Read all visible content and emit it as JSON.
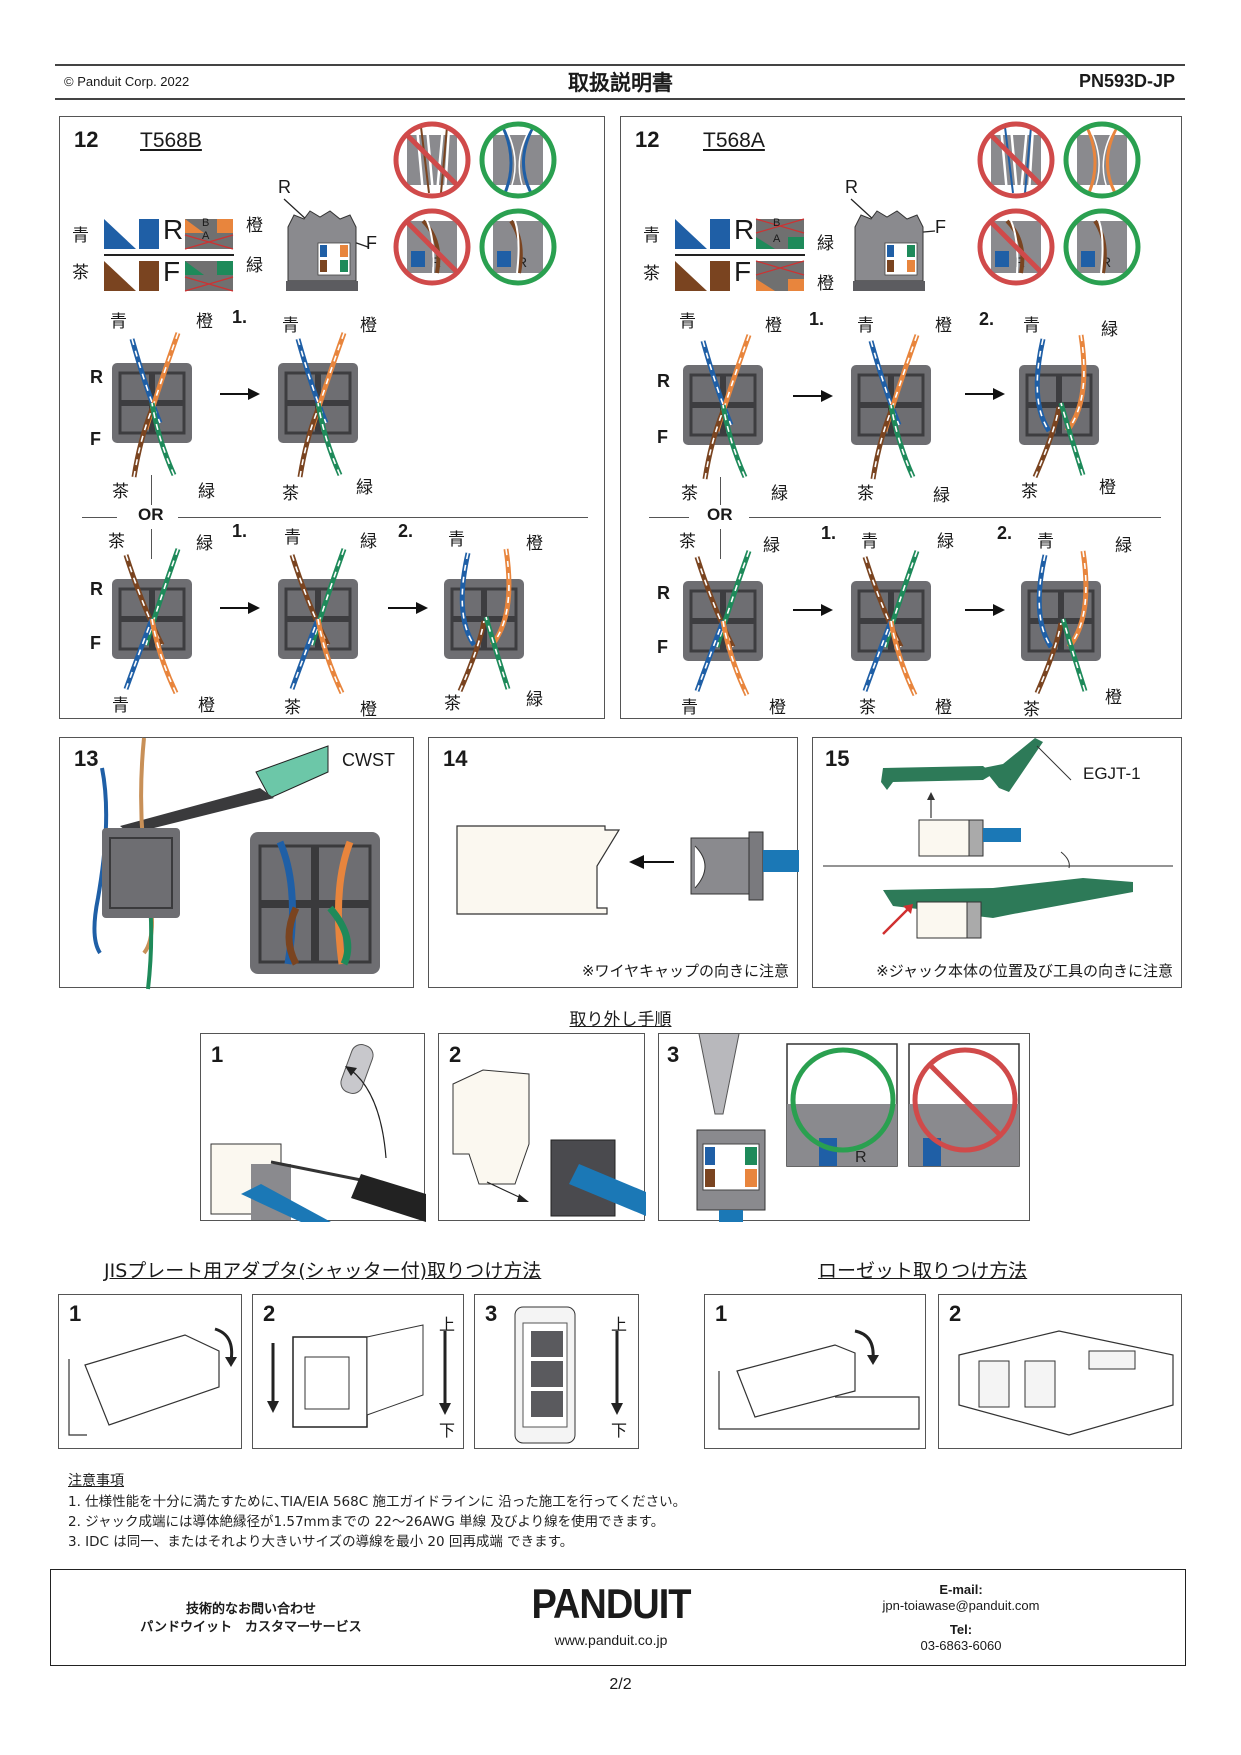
{
  "header": {
    "copyright": "© Panduit Corp. 2022",
    "title": "取扱説明書",
    "doc_number": "PN593D-JP"
  },
  "step12_b": {
    "step": "12",
    "standard": "T568B",
    "legend": {
      "top_left_color": "青",
      "bottom_left_color": "茶",
      "top_right_color": "橙",
      "bottom_right_color": "緑",
      "row_r": "R",
      "row_f": "F",
      "pair_b": "B",
      "pair_a": "A"
    },
    "jack_labels": {
      "r": "R",
      "f": "F"
    },
    "row1": {
      "start": {
        "tl": "青",
        "tr": "橙",
        "bl": "茶",
        "br": "緑",
        "r": "R",
        "f": "F"
      },
      "step1": {
        "num": "1.",
        "tl": "青",
        "tr": "橙",
        "bl": "茶",
        "br": "緑"
      }
    },
    "or_label": "OR",
    "row2": {
      "start": {
        "tl": "茶",
        "tr": "緑",
        "bl": "青",
        "br": "橙",
        "r": "R",
        "f": "F"
      },
      "step1": {
        "num": "1.",
        "tl": "青",
        "tr": "緑",
        "bl": "茶",
        "br": "橙"
      },
      "step2": {
        "num": "2.",
        "tl": "青",
        "tr": "橙",
        "bl": "茶",
        "br": "緑"
      }
    }
  },
  "step12_a": {
    "step": "12",
    "standard": "T568A",
    "legend": {
      "top_left_color": "青",
      "bottom_left_color": "茶",
      "top_right_color": "緑",
      "bottom_right_color": "橙",
      "row_r": "R",
      "row_f": "F",
      "pair_b": "B",
      "pair_a": "A"
    },
    "jack_labels": {
      "r": "R",
      "f": "F"
    },
    "row1": {
      "start": {
        "tl": "青",
        "tr": "橙",
        "bl": "茶",
        "br": "緑",
        "r": "R",
        "f": "F"
      },
      "step1": {
        "num": "1.",
        "tl": "青",
        "tr": "橙",
        "bl": "茶",
        "br": "緑"
      },
      "step2": {
        "num": "2.",
        "tl": "青",
        "tr": "緑",
        "bl": "茶",
        "br": "橙"
      }
    },
    "or_label": "OR",
    "row2": {
      "start": {
        "tl": "茶",
        "tr": "緑",
        "bl": "青",
        "br": "橙",
        "r": "R",
        "f": "F"
      },
      "step1": {
        "num": "1.",
        "tl": "青",
        "tr": "緑",
        "bl": "茶",
        "br": "橙"
      },
      "step2": {
        "num": "2.",
        "tl": "青",
        "tr": "緑",
        "bl": "茶",
        "br": "橙"
      }
    }
  },
  "step13": {
    "step": "13",
    "tool": "CWST"
  },
  "step14": {
    "step": "14",
    "note": "※ワイヤキャップの向きに注意"
  },
  "step15": {
    "step": "15",
    "tool": "EGJT-1",
    "note": "※ジャック本体の位置及び工具の向きに注意"
  },
  "removal": {
    "title": "取り外し手順",
    "steps": [
      "1",
      "2",
      "3"
    ]
  },
  "jis_adapter": {
    "title": "JISプレート用アダプタ(シャッター付)取りつけ方法",
    "steps": [
      "1",
      "2",
      "3"
    ],
    "up": "上",
    "down": "下"
  },
  "rosette": {
    "title": "ローゼット取りつけ方法",
    "steps": [
      "1",
      "2"
    ]
  },
  "notes": {
    "title": "注意事項",
    "items": [
      "1.  仕様性能を十分に満たすために､TIA/EIA 568C 施工ガイドラインに 沿った施工を行ってください。",
      "2.  ジャック成端には導体絶縁径が1.57mmまでの 22～26AWG 単線 及びより線を使用できます。",
      "3.  IDC は同一、またはそれより大きいサイズの導線を最小 20 回再成端 できます。"
    ]
  },
  "footer": {
    "contact_line1": "技術的なお問い合わせ",
    "contact_line2": "パンドウイット　カスタマーサービス",
    "brand": "PANDUIT",
    "website": "www.panduit.co.jp",
    "email_label": "E-mail:",
    "email": "jpn-toiawase@panduit.com",
    "tel_label": "Tel:",
    "tel": "03-6863-6060"
  },
  "page_number": "2/2",
  "colors": {
    "blue": "#1f5fa6",
    "brown": "#7a4420",
    "orange": "#e8853d",
    "green": "#1e8a5a",
    "jack_gray": "#6e6e72",
    "ok_green": "#2aa050",
    "ng_red": "#d04a4a",
    "tool_green": "#2d7a58",
    "cwst_teal": "#6cc7a8",
    "cable_blue": "#1b78b6"
  }
}
